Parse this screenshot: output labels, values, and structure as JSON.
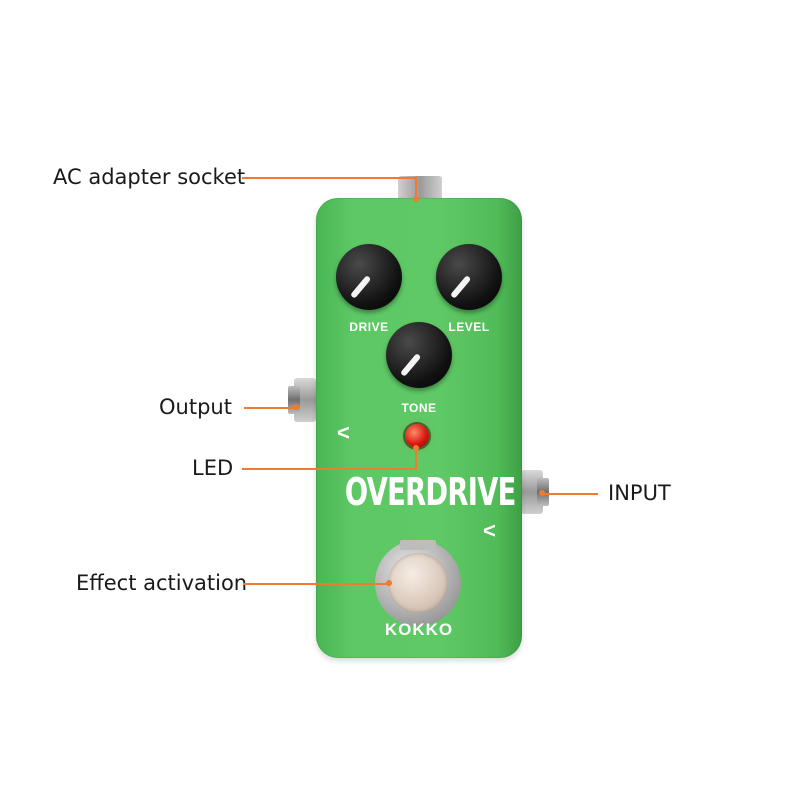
{
  "labels": {
    "ac_adapter": "AC adapter socket",
    "output": "Output",
    "led": "LED",
    "input": "INPUT",
    "effect": "Effect activation"
  },
  "pedal": {
    "knobs": {
      "drive": "DRIVE",
      "level": "LEVEL",
      "tone": "TONE"
    },
    "arrow_output": "<",
    "arrow_input": "<",
    "title": "OVERDRIVE",
    "brand": "KOKKO"
  },
  "colors": {
    "pedal_green": "#5fc966",
    "callout_line": "#f07a2e",
    "led_red": "#d8180e"
  }
}
